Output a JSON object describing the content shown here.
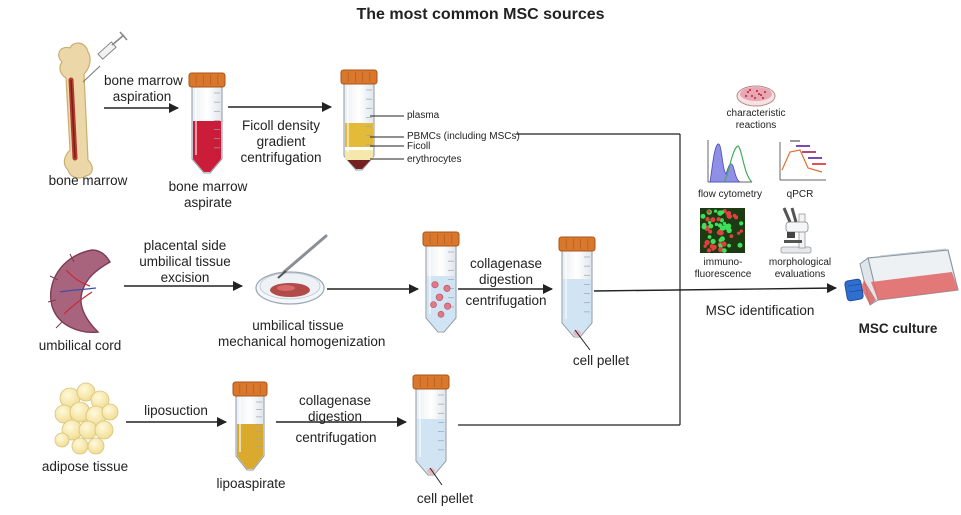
{
  "title": "The most common MSC sources",
  "bone_marrow": {
    "source": "bone marrow",
    "step1": [
      "bone marrow",
      "aspiration"
    ],
    "product": [
      "bone marrow",
      "aspirate"
    ],
    "step2": [
      "Ficoll density",
      "gradient",
      "centrifugation"
    ],
    "layers": [
      "plasma",
      "PBMCs (including MSCs)",
      "Ficoll",
      "erythrocytes"
    ]
  },
  "umbilical": {
    "source": "umbilical cord",
    "step1": [
      "placental side",
      "umbilical tissue",
      "excision"
    ],
    "dish": [
      "umbilical tissue",
      "mechanical homogenization"
    ],
    "step2": [
      "collagenase",
      "digestion"
    ],
    "step3": "centrifugation",
    "pellet": "cell pellet"
  },
  "adipose": {
    "source": "adipose tissue",
    "step1": "liposuction",
    "product": "lipoaspirate",
    "step2": [
      "collagenase",
      "digestion"
    ],
    "step3": "centrifugation",
    "pellet": "cell pellet"
  },
  "identification": {
    "label": "MSC identification",
    "methods": {
      "characteristic": [
        "characteristic",
        "reactions"
      ],
      "flow": "flow cytometry",
      "qpcr": "qPCR",
      "immuno": [
        "immuno-",
        "fluorescence"
      ],
      "morph": [
        "morphological",
        "evaluations"
      ]
    }
  },
  "result": "MSC culture",
  "colors": {
    "cap": "#d9782d",
    "blood": "#c8102e",
    "plasma": "#e3b72d",
    "lipo": "#d8a524",
    "tube_fluid": "#cfe3f2",
    "arrow": "#222222",
    "flask_fluid": "#e06a6a",
    "flask_cap": "#2f6fd0",
    "immuno_bg": "#1d3a12",
    "flow_fill": "#8f8fe6"
  }
}
